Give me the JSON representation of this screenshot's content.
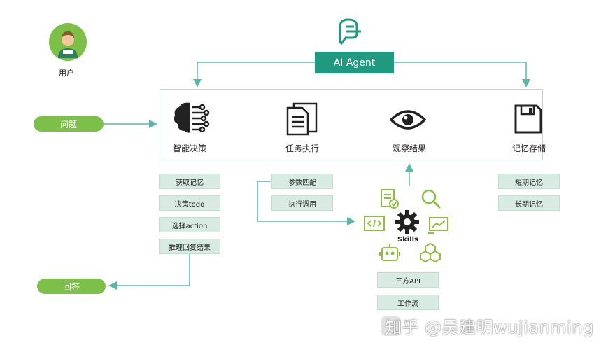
{
  "user": {
    "label": "用户"
  },
  "agent": {
    "label": "AI Agent"
  },
  "inputs": {
    "question": "问题",
    "answer": "回答"
  },
  "stages": [
    {
      "label": "智能决策",
      "icon": "brain-icon"
    },
    {
      "label": "任务执行",
      "icon": "document-icon"
    },
    {
      "label": "观察结果",
      "icon": "eye-icon"
    },
    {
      "label": "记忆存储",
      "icon": "floppy-disk-icon"
    }
  ],
  "decision_steps": [
    "获取记忆",
    "决策todo",
    "选择action",
    "推理回复结果"
  ],
  "execution_steps": [
    "参数匹配",
    "执行调用"
  ],
  "memory_types": [
    "短期记忆",
    "长期记忆"
  ],
  "skills": {
    "label": "Skills",
    "icons": [
      "checklist-icon",
      "magnifier-icon",
      "code-icon",
      "gear-icon",
      "chart-icon",
      "robot-icon",
      "blocks-icon"
    ],
    "tools": [
      "三方API",
      "工作流"
    ]
  },
  "watermark": "知乎 @吴建明wujianming",
  "colors": {
    "accent": "#1f9a7e",
    "green": "#7cc04a",
    "tag_bg": "#d7ebe3",
    "line": "#5bb8a8",
    "icon_green": "#8bbf3f"
  }
}
